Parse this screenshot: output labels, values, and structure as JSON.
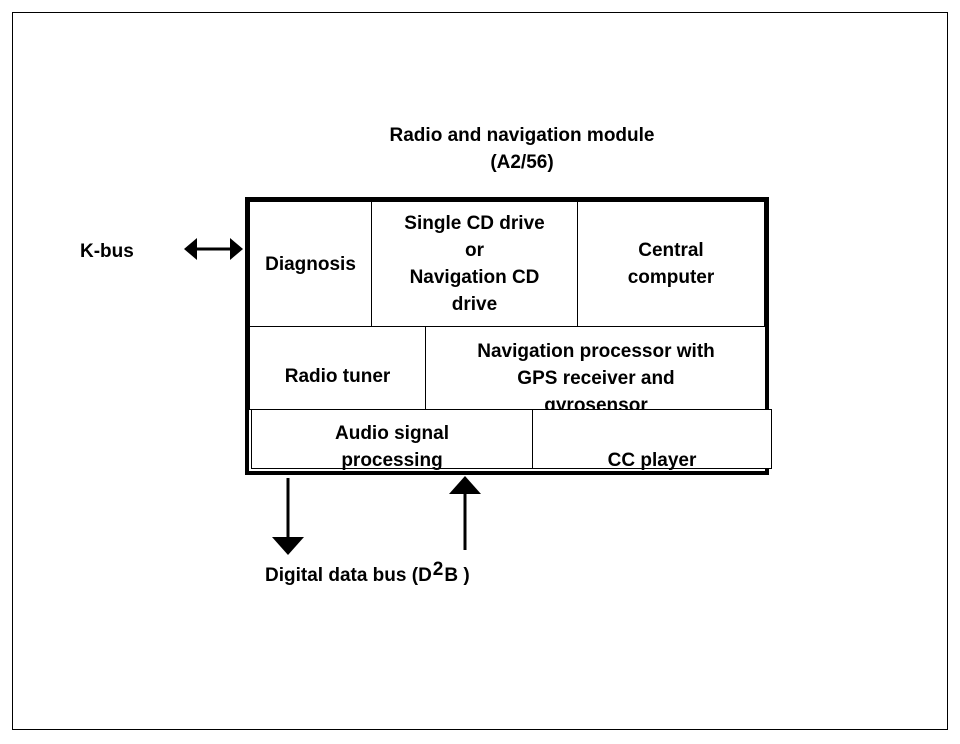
{
  "module": {
    "title": "Radio and navigation module",
    "code": "(A2/56)"
  },
  "cells": {
    "diagnosis": "Diagnosis",
    "cd_drive": [
      "Single CD drive",
      "or",
      "Navigation CD",
      "drive"
    ],
    "central_computer": [
      "Central",
      "computer"
    ],
    "radio_tuner": "Radio tuner",
    "navigation_processor": [
      "Navigation processor with",
      "GPS receiver and",
      "gyrosensor"
    ],
    "audio_processing": [
      "Audio signal",
      "processing"
    ],
    "cc_player": "CC player"
  },
  "external": {
    "kbus": "K-bus",
    "d2b_prefix": "Digital data bus (D",
    "d2b_sup": "2",
    "d2b_suffix": "B )"
  }
}
